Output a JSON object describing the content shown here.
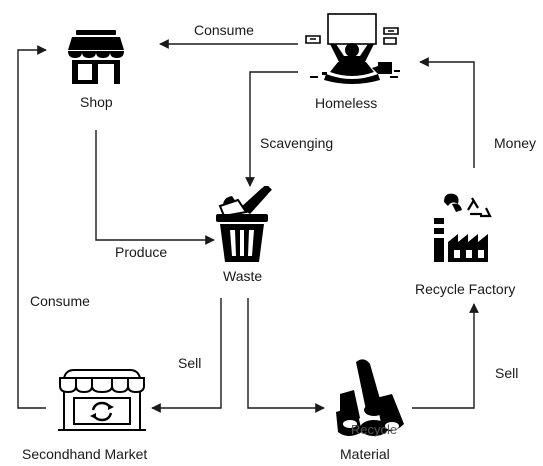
{
  "nodes": {
    "shop": "Shop",
    "homeless": "Homeless",
    "waste": "Waste",
    "recycle_factory": "Recycle Factory",
    "secondhand_market": "Secondhand Market",
    "material": "Material"
  },
  "edges": {
    "homeless_to_shop": "Consume",
    "homeless_to_waste": "Scavenging",
    "factory_to_homeless": "Money",
    "shop_to_waste": "Produce",
    "market_to_shop": "Consume",
    "waste_to_market": "Sell",
    "material_to_factory": "Sell"
  },
  "icon_text": {
    "material_recycle": "Recycle"
  },
  "colors": {
    "line": "#1a1a1a",
    "icon": "#000000",
    "background": "#ffffff"
  }
}
